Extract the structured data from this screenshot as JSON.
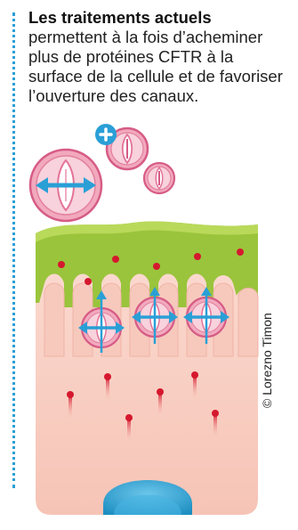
{
  "intro": {
    "bold": "Les traitements actuels",
    "rest": " permettent à la fois d’acheminer plus de protéines CFTR à la surface de la cellule et de favoriser l’ouverture des canaux."
  },
  "credit": "© Lorezno Timon",
  "colors": {
    "accent_blue": "#2a9fd6",
    "mucus_green": "#9ac43c",
    "cell_pink": "#f7c9bd",
    "channel_pink": "#f0a4b8",
    "nucleus_blue": "#2aa6d8",
    "droplet_red": "#d5182e"
  },
  "icons": {
    "plus": "plus-icon",
    "arrows": "double-arrow-icon"
  }
}
